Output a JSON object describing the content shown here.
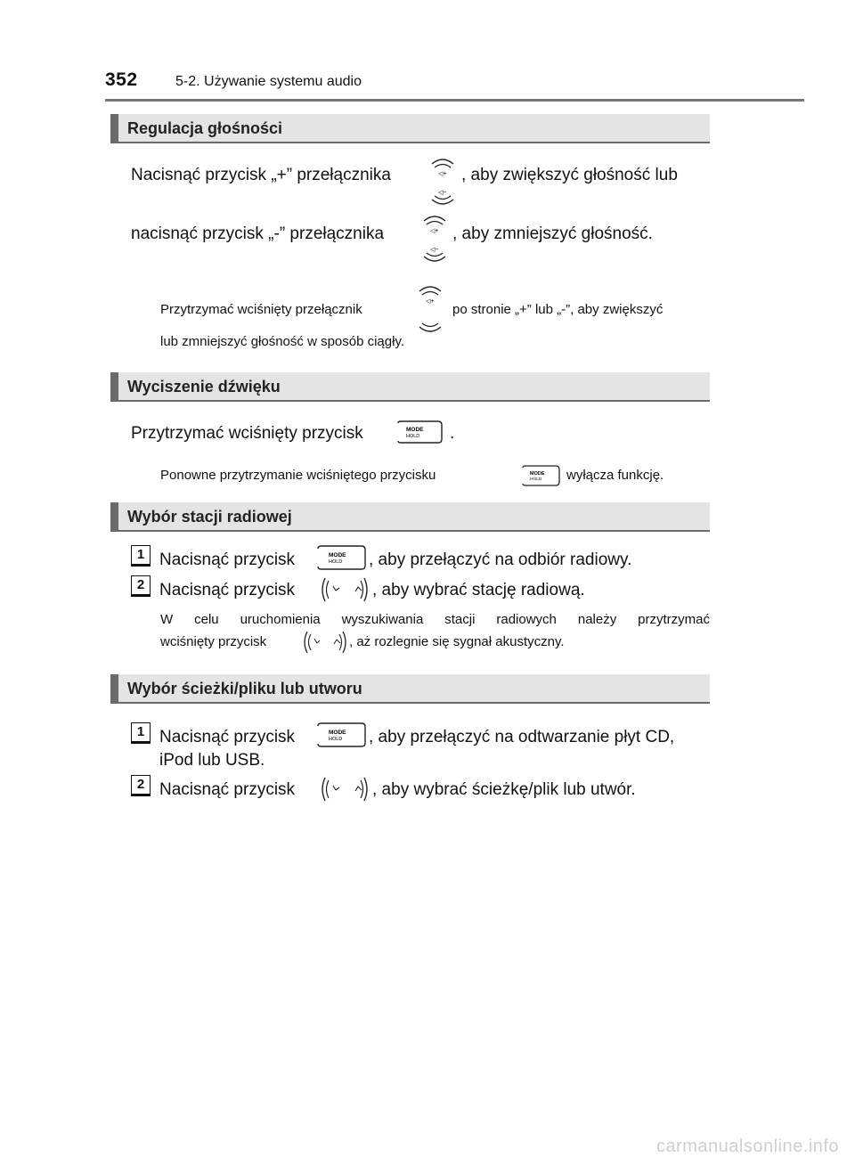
{
  "header": {
    "page_number": "352",
    "chapter": "5-2. Używanie systemu audio"
  },
  "sections": {
    "volume": {
      "title": "Regulacja głośności",
      "line1_before": "Nacisnąć przycisk „+” przełącznika",
      "line1_after": ", aby zwiększyć głośność lub",
      "line2_before": "nacisnąć przycisk „-” przełącznika",
      "line2_after": ", aby zmniejszyć głośność.",
      "note_before": "Przytrzymać wciśnięty przełącznik",
      "note_after": "po stronie „+” lub „-”, aby zwiększyć",
      "note_line2": "lub zmniejszyć głośność w sposób ciągły."
    },
    "mute": {
      "title": "Wyciszenie dźwięku",
      "line_before": "Przytrzymać wciśnięty przycisk",
      "line_after": ".",
      "note_before": "Ponowne przytrzymanie wciśniętego przycisku",
      "note_after": "wyłącza funkcję."
    },
    "radio": {
      "title": "Wybór stacji radiowej",
      "step1_num": "1",
      "step1_before": "Nacisnąć przycisk",
      "step1_after": ", aby przełączyć na odbiór radiowy.",
      "step2_num": "2",
      "step2_before": "Nacisnąć przycisk",
      "step2_after": ", aby wybrać stację radiową.",
      "note_line1": "W celu uruchomienia wyszukiwania stacji radiowych należy przytrzymać",
      "note_before": "wciśnięty przycisk",
      "note_after": ", aż rozlegnie się sygnał akustyczny."
    },
    "track": {
      "title": "Wybór ścieżki/pliku lub utworu",
      "step1_num": "1",
      "step1_before": "Nacisnąć przycisk",
      "step1_after": ", aby przełączyć na odtwarzanie płyt CD,",
      "step1_line2": "iPod lub USB.",
      "step2_num": "2",
      "step2_before": "Nacisnąć przycisk",
      "step2_after": ", aby wybrać ścieżkę/plik lub utwór."
    }
  },
  "icons": {
    "mode_button_label_top": "MODE",
    "mode_button_label_bottom": "HOLD",
    "volume_switch": "volume-rocker-icon",
    "seek_switch": "seek-rocker-icon"
  },
  "watermark": "carmanualsonline.info"
}
